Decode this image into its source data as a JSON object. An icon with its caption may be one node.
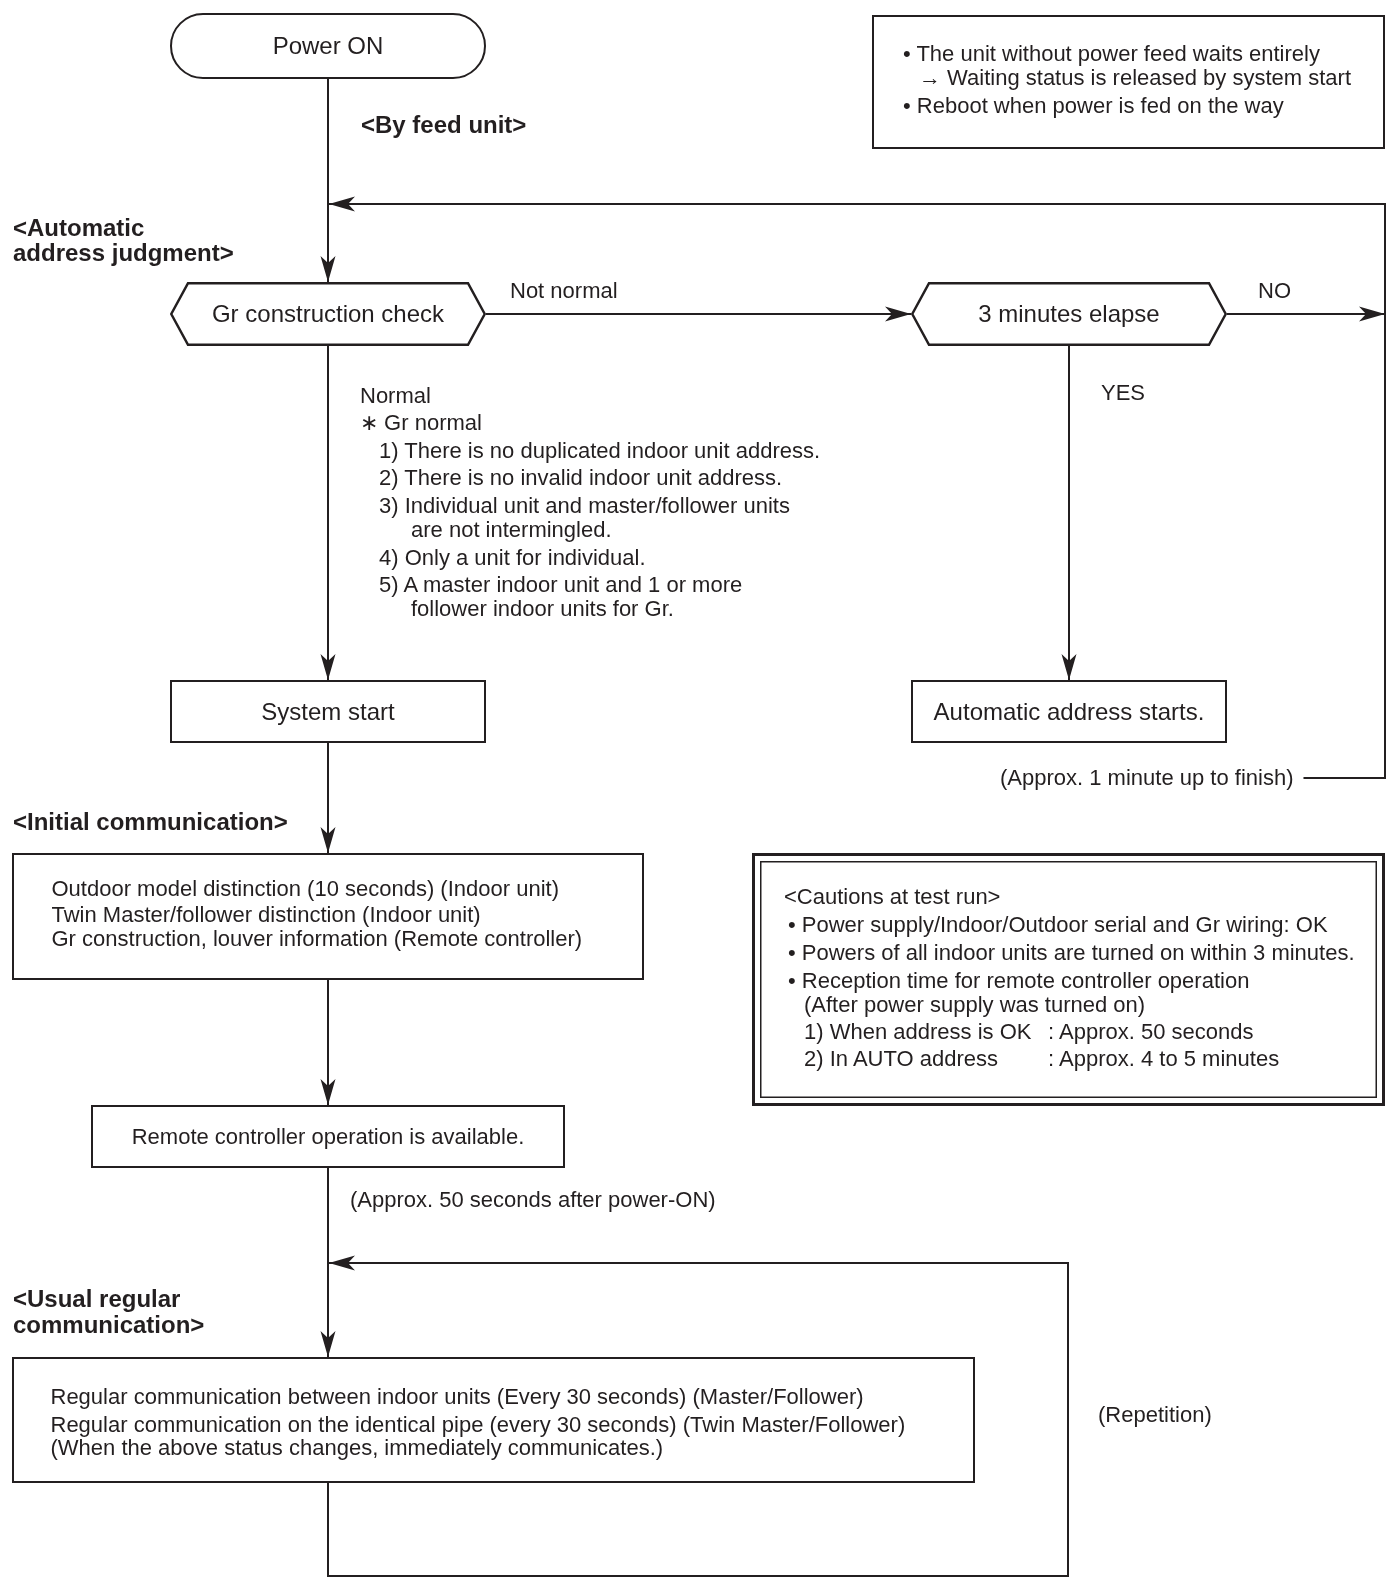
{
  "diagram": {
    "nodes": [
      {
        "text": [
          "Power ON"
        ]
      },
      {
        "text": [
          "• The unit without power feed waits entirely",
          "→ Waiting status is released by system start",
          "• Reboot when power is fed on the way"
        ]
      },
      {
        "text": [
          "Gr construction check"
        ]
      },
      {
        "text": [
          "3 minutes elapse"
        ]
      },
      {
        "text": [
          "System start"
        ]
      },
      {
        "text": [
          "Automatic address starts."
        ]
      },
      {
        "text": [
          "(Approx. 1 minute up to finish)"
        ]
      },
      {
        "text": [
          "Outdoor model distinction (10 seconds) (Indoor unit)",
          "Twin Master/follower distinction (Indoor unit)",
          "Gr construction, louver information (Remote controller)"
        ]
      },
      {
        "text": [
          "<Cautions at test run>",
          "• Power supply/Indoor/Outdoor serial and Gr wiring: OK",
          "• Powers of all indoor units are turned on within 3 minutes.",
          "• Reception time for remote controller operation (After power supply was turned on)",
          "1) When address is OK",
          ": Approx. 50 seconds",
          "2) In AUTO address",
          ": Approx. 4 to 5 minutes"
        ]
      },
      {
        "text": [
          "Remote controller operation is available."
        ]
      },
      {
        "text": [
          "Regular communication between indoor units (Every 30 seconds) (Master/Follower)",
          "Regular communication on the identical pipe (every 30 seconds) (Twin Master/Follower)",
          "(When the above status changes, immediately communicates.)"
        ]
      }
    ],
    "edges": [
      {
        "from": 0,
        "to": 2,
        "arrow": "to"
      },
      {
        "from": 2,
        "to": 3,
        "arrow": "to",
        "label": "Not normal"
      },
      {
        "from": 3,
        "to": 2,
        "arrow": "to",
        "label": "NO"
      },
      {
        "from": 6,
        "to": 2,
        "arrow": "to"
      },
      {
        "from": 2,
        "to": 4,
        "arrow": "to",
        "label": "Normal"
      },
      {
        "from": 3,
        "to": 5,
        "arrow": "to",
        "label": "YES"
      },
      {
        "from": 4,
        "to": 7,
        "arrow": "to"
      },
      {
        "from": 7,
        "to": 9,
        "arrow": "to"
      },
      {
        "from": 9,
        "to": 10,
        "arrow": "to",
        "label": "(Approx. 50 seconds after power-ON)"
      },
      {
        "from": 10,
        "to": 10,
        "arrow": "to",
        "label": "(Repetition)"
      }
    ],
    "labels": [
      "<By feed unit>",
      "<Automatic address judgment>",
      "∗ Gr normal",
      "1) There is no duplicated indoor unit address.",
      "2) There is no invalid indoor unit address.",
      "3) Individual unit and master/follower units are not intermingled.",
      "4) Only a unit for individual.",
      "5) A master indoor unit and 1 or more follower indoor units for Gr.",
      "<Initial communication>",
      "<Usual regular communication>"
    ]
  }
}
